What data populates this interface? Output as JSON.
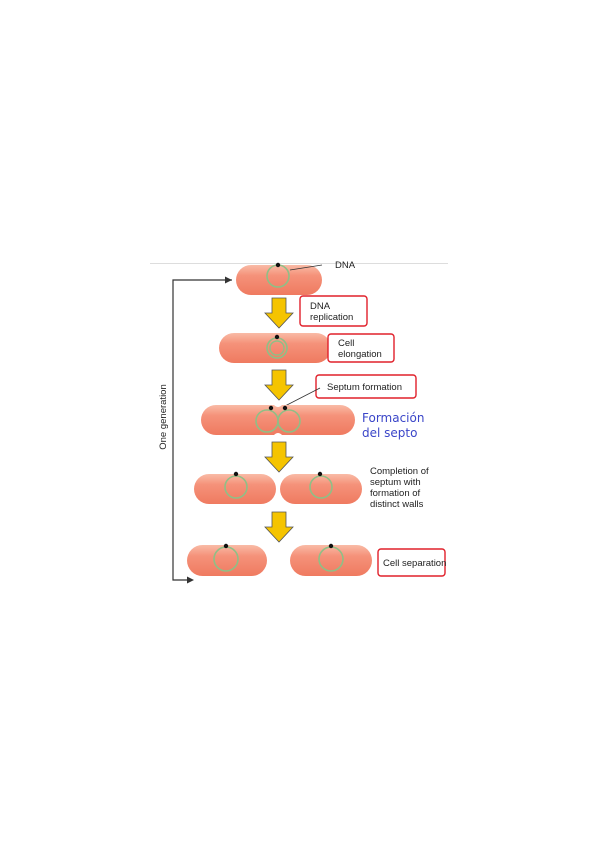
{
  "labels": {
    "dna": "DNA",
    "dna_replication_line1": "DNA",
    "dna_replication_line2": "replication",
    "cell_elongation_line1": "Cell",
    "cell_elongation_line2": "elongation",
    "septum_formation": "Septum formation",
    "formacion_line1": "Formación",
    "formacion_line2": "del septo",
    "completion_line1": "Completion of",
    "completion_line2": "septum with",
    "completion_line3": "formation of",
    "completion_line4": "distinct walls",
    "cell_separation": "Cell separation",
    "one_generation": "One generation"
  },
  "colors": {
    "cell_fill": "#f28a6e",
    "cell_highlight": "#f8b9a3",
    "dna_ring": "#8fbf86",
    "arrow_fill": "#f5c400",
    "arrow_stroke": "#555555",
    "box_border": "#e0202a",
    "spanish_text": "#3a45c8"
  },
  "icons": [
    "down-arrow-icon",
    "dna-ring-icon",
    "cell-icon"
  ]
}
